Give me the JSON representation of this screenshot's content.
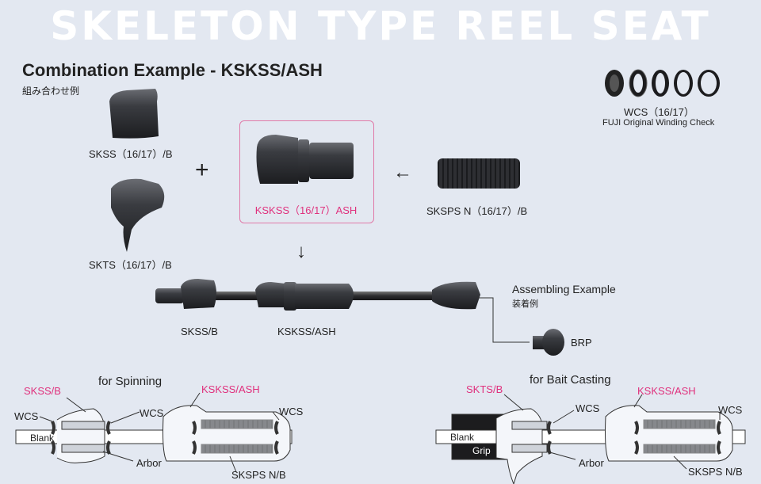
{
  "banner": "SKELETON TYPE REEL SEAT",
  "heading": "Combination Example - KSKSS/ASH",
  "heading_sub": "組み合わせ例",
  "wcs": {
    "title": "WCS（16/17）",
    "subtitle": "FUJI Original Winding Check"
  },
  "parts": {
    "skss": "SKSS（16/17）/B",
    "skts": "SKTS（16/17）/B",
    "kskss": "KSKSS（16/17）ASH",
    "sksps": "SKSPS N（16/17）/B",
    "plus": "+",
    "arrow_left": "←",
    "arrow_down": "↓"
  },
  "assembly": {
    "title": "Assembling Example",
    "title_sub": "装着例",
    "skss_b": "SKSS/B",
    "kskss_ash": "KSKSS/ASH",
    "brp": "BRP"
  },
  "spinning": {
    "title": "for Spinning",
    "skss_b": "SKSS/B",
    "kskss_ash": "KSKSS/ASH",
    "wcs_left": "WCS",
    "wcs_mid": "WCS",
    "wcs_right": "WCS",
    "blank": "Blank",
    "arbor": "Arbor",
    "sksps": "SKSPS N/B"
  },
  "baitcasting": {
    "title": "for Bait Casting",
    "skts_b": "SKTS/B",
    "kskss_ash": "KSKSS/ASH",
    "wcs_mid": "WCS",
    "wcs_right": "WCS",
    "blank": "Blank",
    "grip": "Grip",
    "arbor": "Arbor",
    "sksps": "SKSPS N/B"
  },
  "colors": {
    "accent_pink": "#e0317d",
    "background": "#e3e8f1",
    "part_dark": "#2e2f33"
  }
}
